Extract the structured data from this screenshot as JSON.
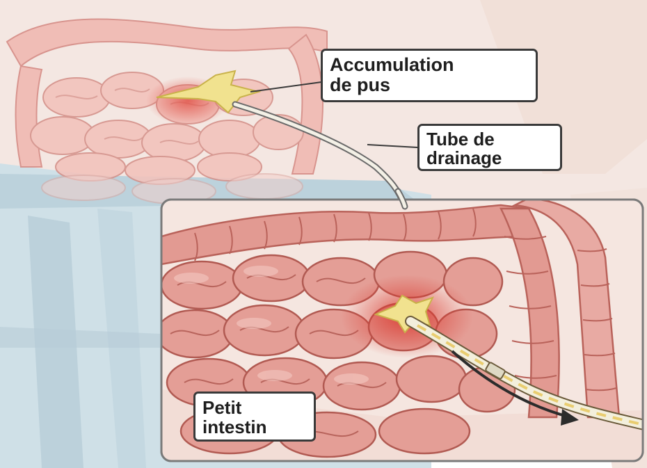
{
  "labels": {
    "pus_accumulation": [
      "Accumulation",
      "de pus"
    ],
    "drainage_tube": [
      "Tube de",
      "drainage"
    ],
    "small_intestine": [
      "Petit",
      "intestin"
    ]
  },
  "colors": {
    "background": "#ffffff",
    "skin": "#f3e5df",
    "shirt": "#d9e7ea",
    "pants": "#c9dbe3",
    "intestine": "#e8a7a0",
    "intestine_shadow": "#c96f68",
    "intestine_highlight": "#f6cdc6",
    "inflammation": "#e0453a",
    "pus": "#f1e28f",
    "tube": "#f3f0e6",
    "label_border": "#3a3a3a",
    "arrow": "#2c2c2c"
  },
  "icons": [
    "pus-pocket-icon",
    "drain-arrow-icon"
  ]
}
